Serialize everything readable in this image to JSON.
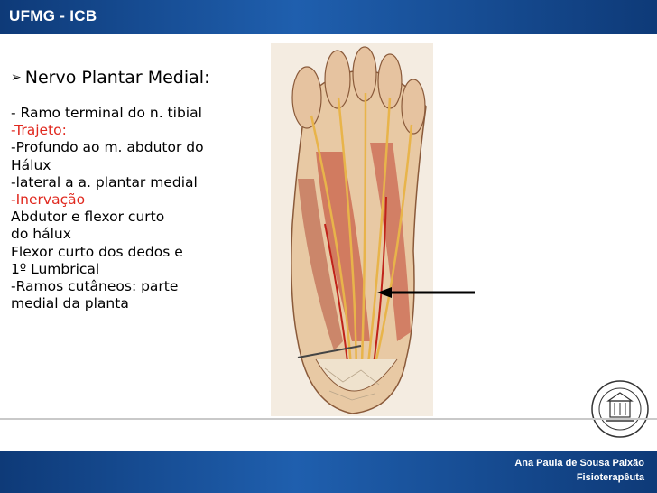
{
  "header": {
    "title": "UFMG - ICB"
  },
  "slide": {
    "heading": "Nervo Plantar Medial:",
    "lines": [
      {
        "text": "- Ramo terminal do n. tibial",
        "color": "#000000"
      },
      {
        "text": "-Trajeto:",
        "color": "#e0281e"
      },
      {
        "text": "-Profundo ao m. abdutor do",
        "color": "#000000"
      },
      {
        "text": "Hálux",
        "color": "#000000"
      },
      {
        "text": "-lateral a a. plantar medial",
        "color": "#000000"
      },
      {
        "text": "-Inervação",
        "color": "#e0281e"
      },
      {
        "text": "Abdutor e flexor curto",
        "color": "#000000"
      },
      {
        "text": "do hálux",
        "color": "#000000"
      },
      {
        "text": "Flexor curto dos dedos e",
        "color": "#000000"
      },
      {
        "text": "1º Lumbrical",
        "color": "#000000"
      },
      {
        "text": "-Ramos cutâneos: parte",
        "color": "#000000"
      },
      {
        "text": "medial da planta",
        "color": "#000000"
      }
    ]
  },
  "footer": {
    "author": "Ana Paula de Sousa Paixão",
    "role": "Fisioterapêuta"
  },
  "colors": {
    "bar": "#1a4f9a",
    "highlight": "#e0281e"
  },
  "icons": {
    "bullet": "arrow-bullet-icon",
    "pointer": "arrow-pointer-icon",
    "seal": "university-seal-icon"
  }
}
